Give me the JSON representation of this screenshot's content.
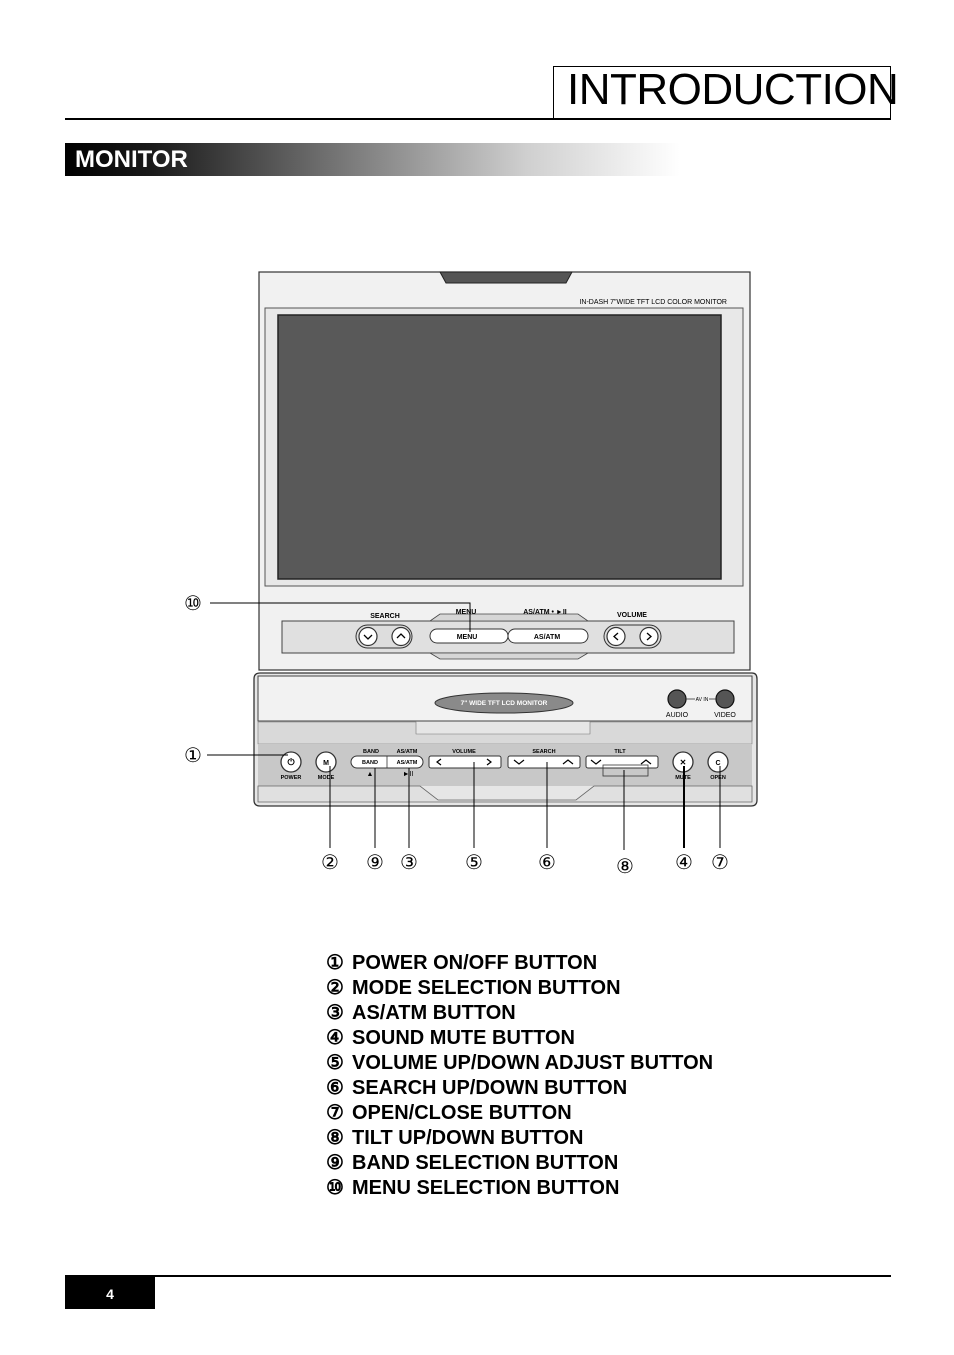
{
  "header": {
    "title": "INTRODUCTION"
  },
  "section": {
    "title": "MONITOR"
  },
  "monitor": {
    "model_label": "IN-DASH 7\"WIDE TFT LCD COLOR MONITOR",
    "upper_controls": {
      "search": "SEARCH",
      "menu_top": "MENU",
      "menu_btn": "MENU",
      "asatm_top": "AS/ATM • ►II",
      "asatm_btn": "AS/ATM",
      "volume": "VOLUME"
    },
    "badge": "7\" WIDE TFT LCD MONITOR",
    "av_in": "AV IN",
    "audio": "AUDIO",
    "video": "VIDEO",
    "lower_controls": {
      "band": "BAND",
      "band_btn": "BAND",
      "band_arrow": "▲",
      "asatm": "AS/ATM",
      "asatm_btn": "AS/ATM",
      "play": "►II",
      "volume": "VOLUME",
      "search": "SEARCH",
      "tilt": "TILT",
      "power": "POWER",
      "mode": "MODE",
      "mute": "MUTE",
      "open": "OPEN",
      "power_glyph": "⏻",
      "mode_glyph": "M",
      "mute_glyph": "✕",
      "open_glyph": "C"
    }
  },
  "callouts": [
    "①",
    "②",
    "⑨",
    "③",
    "⑤",
    "⑥",
    "⑧",
    "④",
    "⑦",
    "⑩"
  ],
  "legend": [
    {
      "num": "①",
      "text": "POWER ON/OFF BUTTON"
    },
    {
      "num": "②",
      "text": "MODE SELECTION BUTTON"
    },
    {
      "num": "③",
      "text": "AS/ATM BUTTON"
    },
    {
      "num": "④",
      "text": "SOUND MUTE BUTTON"
    },
    {
      "num": "⑤",
      "text": "VOLUME UP/DOWN ADJUST BUTTON"
    },
    {
      "num": "⑥",
      "text": "SEARCH UP/DOWN BUTTON"
    },
    {
      "num": "⑦",
      "text": "OPEN/CLOSE BUTTON"
    },
    {
      "num": "⑧",
      "text": "TILT UP/DOWN BUTTON"
    },
    {
      "num": "⑨",
      "text": "BAND SELECTION BUTTON"
    },
    {
      "num": "⑩",
      "text": "MENU SELECTION BUTTON"
    }
  ],
  "footer": {
    "page_number": "4"
  }
}
